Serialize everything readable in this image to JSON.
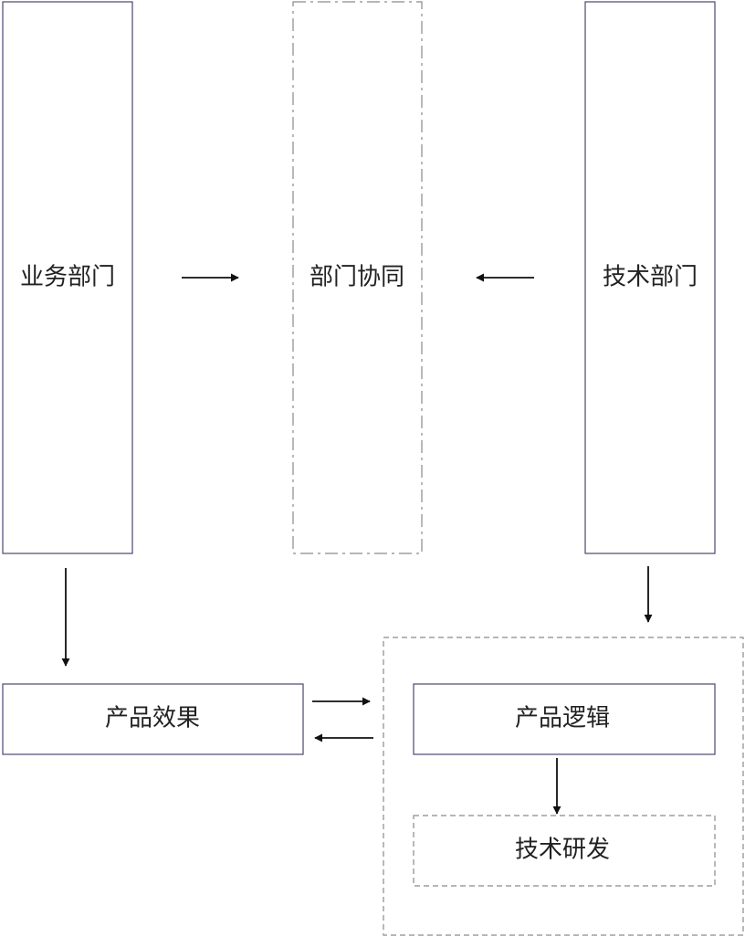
{
  "nodes": {
    "business_dept": "业务部门",
    "dept_collab": "部门协同",
    "tech_dept": "技术部门",
    "product_effect": "产品效果",
    "product_logic": "产品逻辑",
    "tech_rd": "技术研发"
  },
  "colors": {
    "box_border": "#4a4870",
    "dashed_border": "#8a8a8a",
    "arrow": "#111111",
    "text": "#222222"
  }
}
